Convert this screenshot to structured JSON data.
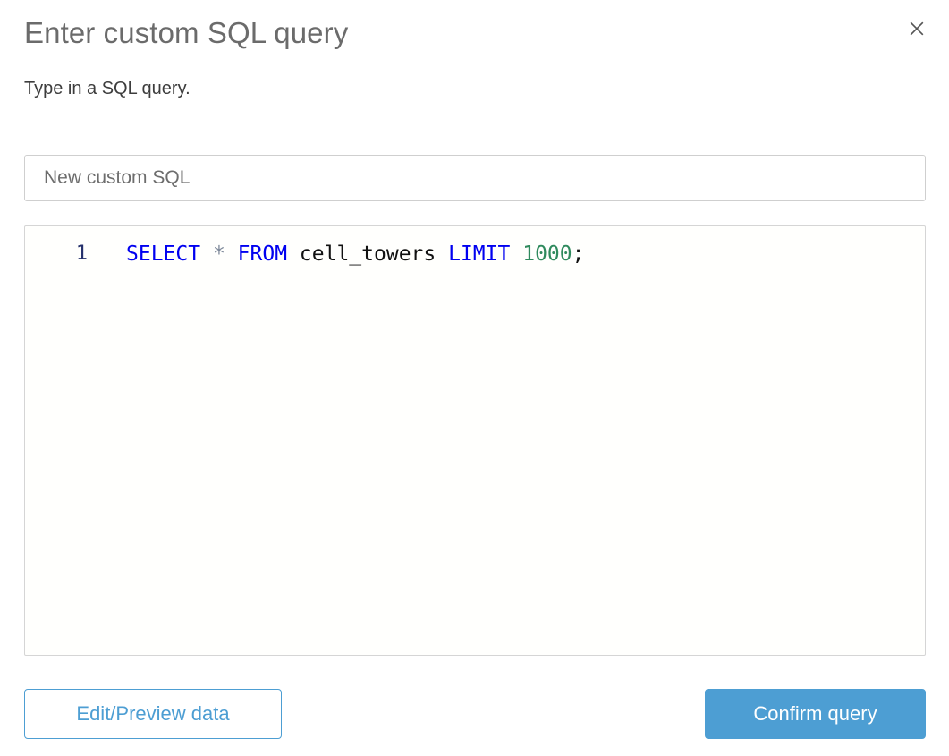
{
  "dialog": {
    "title": "Enter custom SQL query",
    "subtitle": "Type in a SQL query.",
    "close_icon": "close-icon"
  },
  "name_field": {
    "value": "New custom SQL",
    "placeholder": "New custom SQL"
  },
  "editor": {
    "line_number": "1",
    "full_text": "SELECT * FROM cell_towers LIMIT 1000;",
    "tokens": {
      "kw_select": "SELECT",
      "star": "*",
      "kw_from": "FROM",
      "table": "cell_towers",
      "kw_limit": "LIMIT",
      "number": "1000",
      "semicolon": ";",
      "sp": " "
    }
  },
  "footer": {
    "secondary_label": "Edit/Preview data",
    "primary_label": "Confirm query"
  },
  "colors": {
    "accent_blue": "#4d9ed3",
    "keyword_blue": "#0000f0",
    "number_green": "#2f8a5d",
    "gutter_navy": "#24306b",
    "title_gray": "#6b6b6b"
  }
}
